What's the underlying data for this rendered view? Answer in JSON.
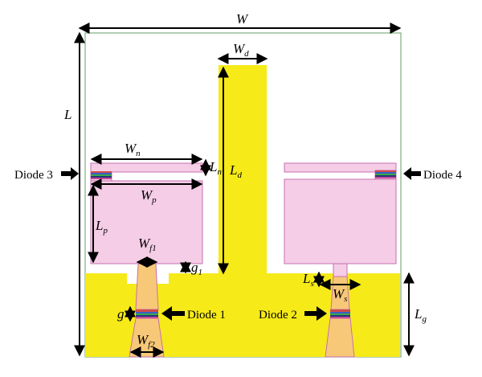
{
  "labels": {
    "W": {
      "main": "W",
      "sub": ""
    },
    "Wd": {
      "main": "W",
      "sub": "d"
    },
    "L": {
      "main": "L",
      "sub": ""
    },
    "Ld": {
      "main": "L",
      "sub": "d"
    },
    "Wn": {
      "main": "W",
      "sub": "n"
    },
    "Ln": {
      "main": "L",
      "sub": "n"
    },
    "Wp": {
      "main": "W",
      "sub": "p"
    },
    "Lp": {
      "main": "L",
      "sub": "p"
    },
    "Wf1": {
      "main": "W",
      "sub": "f1"
    },
    "g1": {
      "main": "g",
      "sub": "1"
    },
    "g": {
      "main": "g",
      "sub": ""
    },
    "Wf2": {
      "main": "W",
      "sub": "f2"
    },
    "Ls": {
      "main": "L",
      "sub": "s"
    },
    "Ws": {
      "main": "W",
      "sub": "s"
    },
    "Lg": {
      "main": "L",
      "sub": "g"
    }
  },
  "diodes": {
    "d1": "Diode 1",
    "d2": "Diode 2",
    "d3": "Diode 3",
    "d4": "Diode 4"
  },
  "colors": {
    "ground": "#f6ea18",
    "patch": "#f5cde6",
    "patch_stroke": "#c76fb0",
    "feed": "#f7c878",
    "border": "#7fae7f"
  }
}
